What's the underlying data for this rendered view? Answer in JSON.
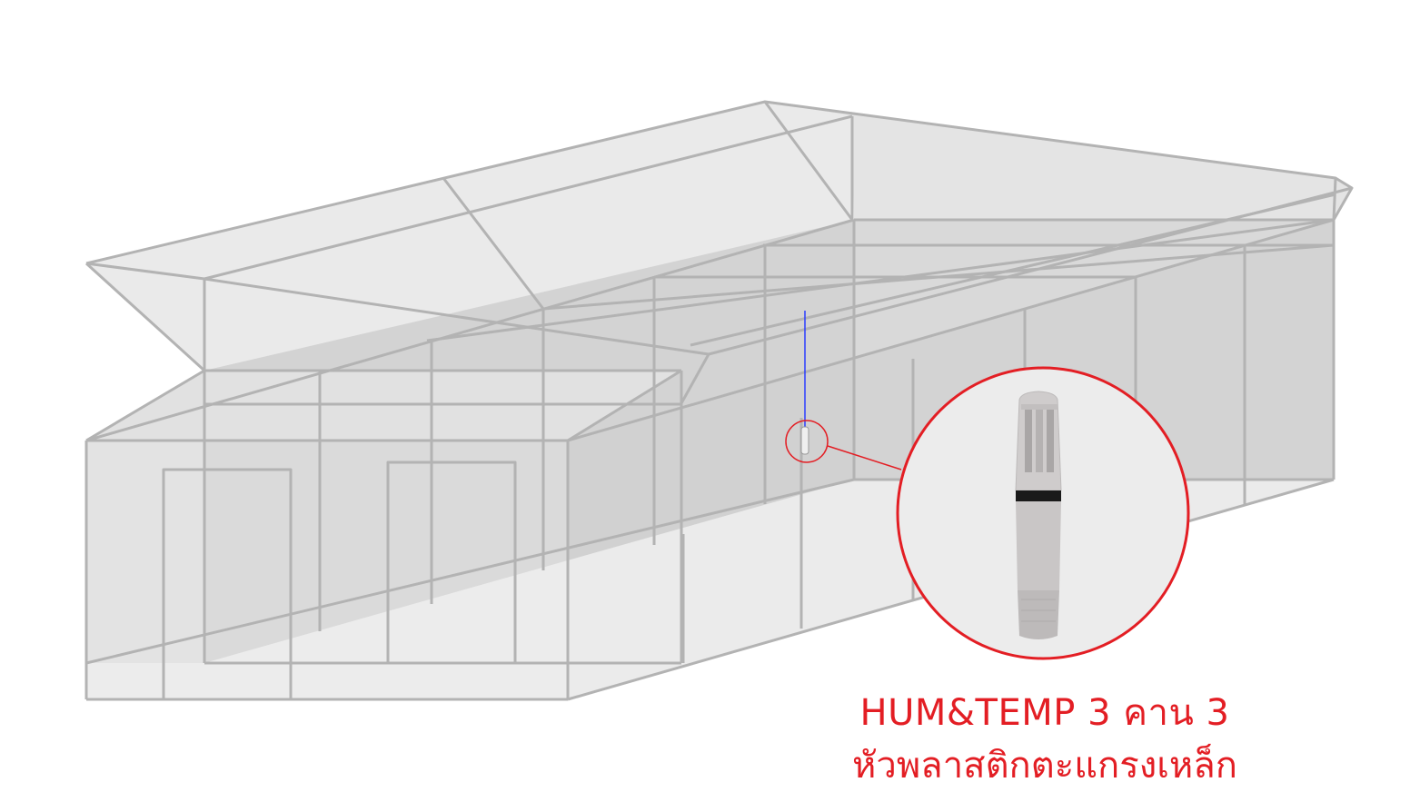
{
  "sensor_label": "HUM&TEMP 3 คาน 3",
  "sensor_description": "หัวพลาสติกตะแกรงเหล็ก",
  "colors": {
    "frame": "#b3b3b3",
    "panel_light": "#e7e7e7",
    "panel_mid": "#d6d6d6",
    "panel_dark": "#cdcdcd",
    "highlight": "#e31e24",
    "probe_cable": "#2a3cff",
    "sensor_body": "#c9c6c6",
    "sensor_band": "#1a1a1a"
  },
  "icons": {
    "sensor": "humidity-temperature-probe"
  }
}
